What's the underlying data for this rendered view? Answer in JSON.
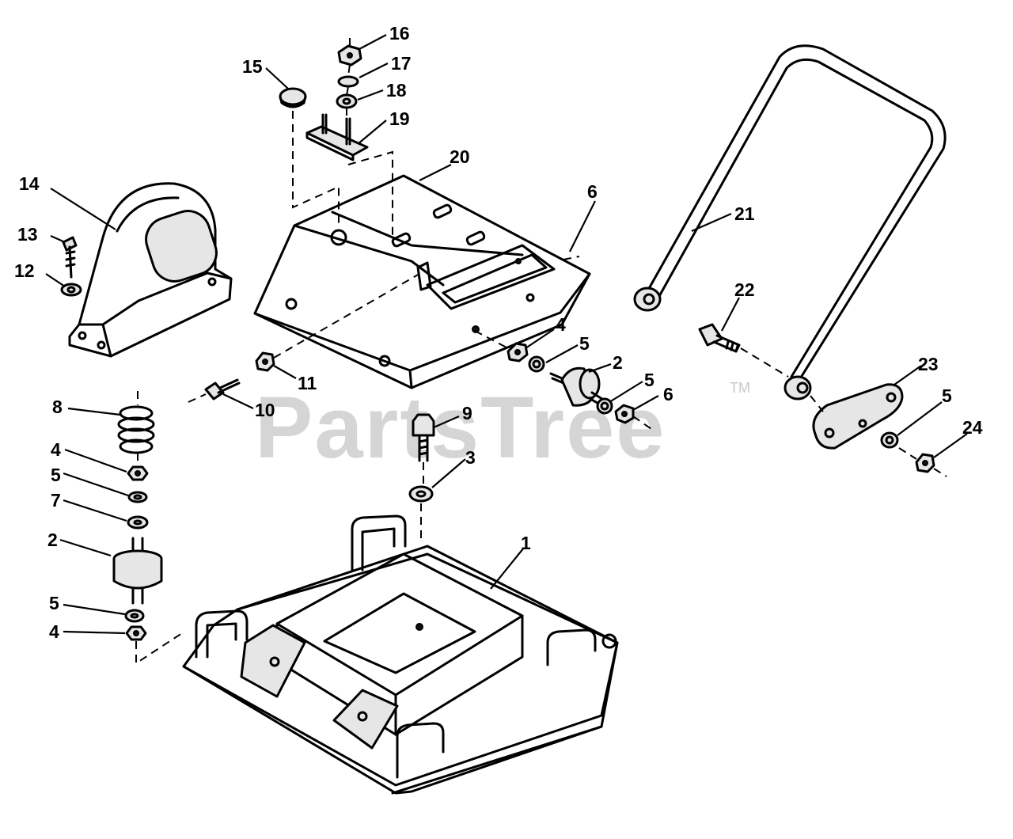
{
  "watermark": {
    "text": "PartsTree",
    "tm": "TM"
  },
  "callouts": {
    "c1": "1",
    "c2a": "2",
    "c2b": "2",
    "c3": "3",
    "c4a": "4",
    "c4b": "4",
    "c4c": "4",
    "c5a": "5",
    "c5b": "5",
    "c5c": "5",
    "c5d": "5",
    "c5e": "5",
    "c6a": "6",
    "c6b": "6",
    "c7": "7",
    "c8": "8",
    "c9": "9",
    "c10": "10",
    "c11": "11",
    "c12": "12",
    "c13": "13",
    "c14": "14",
    "c15": "15",
    "c16": "16",
    "c17": "17",
    "c18": "18",
    "c19": "19",
    "c20": "20",
    "c21": "21",
    "c22": "22",
    "c23": "23",
    "c24": "24"
  }
}
